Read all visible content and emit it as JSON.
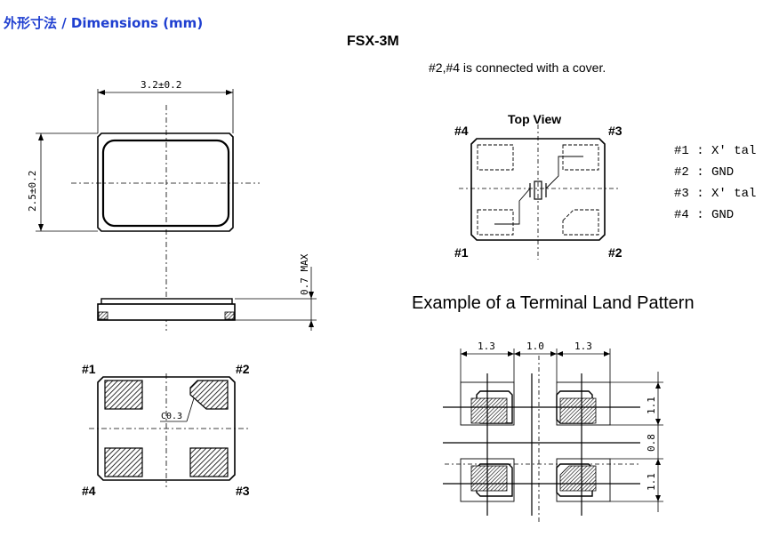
{
  "header": {
    "title": "外形寸法 / Dimensions (mm)"
  },
  "model": "FSX-3M",
  "note": "#2,#4 is connected with a cover.",
  "top_view": {
    "label": "Top View",
    "p1": "#1",
    "p2": "#2",
    "p3": "#3",
    "p4": "#4"
  },
  "dimensions": {
    "length": "3.2±0.2",
    "width": "2.5±0.2",
    "height": "0.7 MAX",
    "chamfer": "C0.3"
  },
  "bottom_view": {
    "p1": "#1",
    "p2": "#2",
    "p3": "#3",
    "p4": "#4"
  },
  "pins": [
    {
      "label": "#1 : X' tal"
    },
    {
      "label": "#2 : GND"
    },
    {
      "label": "#3 : X' tal"
    },
    {
      "label": "#4 : GND"
    }
  ],
  "land_pattern": {
    "title": "Example of a Terminal Land Pattern",
    "dim_top": [
      "1.3",
      "1.0",
      "1.3"
    ],
    "dim_right": [
      "1.1",
      "0.8",
      "1.1"
    ]
  }
}
